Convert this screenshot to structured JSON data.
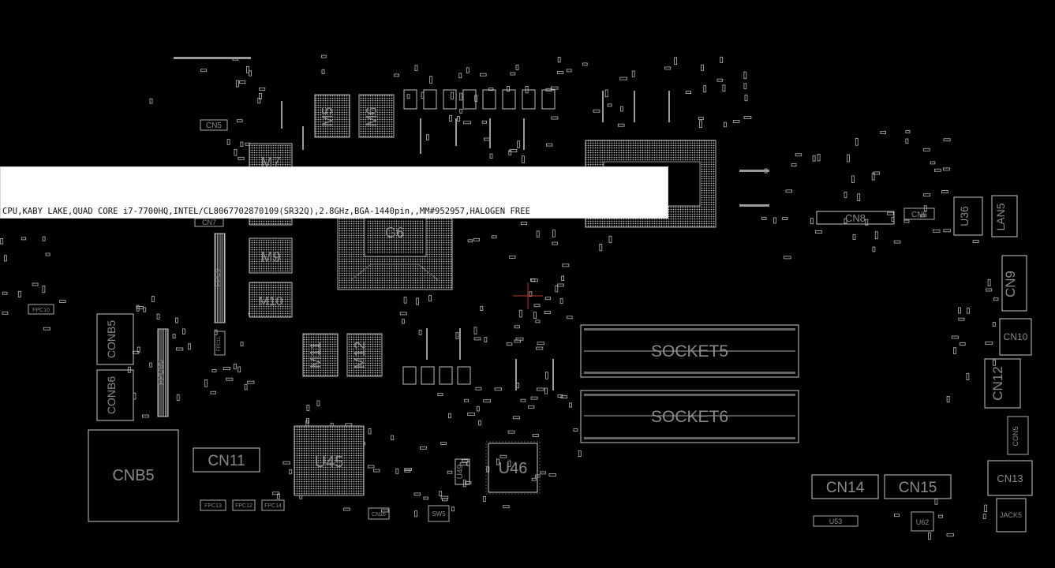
{
  "tooltip": {
    "text": "CPU,KABY LAKE,QUAD CORE i7-7700HQ,INTEL/CL8067702870109(SR32Q),2.8GHz,BGA-1440pin,,MM#952957,HALOGEN FREE"
  },
  "components": {
    "m5": "M5",
    "m6": "M6",
    "m7": "M7",
    "m9": "M9",
    "m10": "M10",
    "m11": "M11",
    "m12": "M12",
    "g6": "G6",
    "socket5": "SOCKET5",
    "socket6": "SOCKET6",
    "u45": "U45",
    "u46": "U46",
    "u49": "U49",
    "u36": "U36",
    "u53": "U53",
    "u62": "U62",
    "cnb5_big": "CNB5",
    "conb5": "CONB5",
    "conb6": "CONB6",
    "fpcb5": "FPCB5",
    "cn5": "CN5",
    "cn6": "CN6",
    "cn7": "CN7",
    "cn8": "CN8",
    "cn9": "CN9",
    "cn10": "CN10",
    "cn11": "CN11",
    "cn12": "CN12",
    "cn13": "CN13",
    "cn14": "CN14",
    "cn15": "CN15",
    "cn16": "CN16",
    "cn_side": "CON5",
    "lan5": "LAN5",
    "jack5": "JACK5",
    "sw5": "SW5",
    "fpc9": "FPC9",
    "fpc10": "FPC10",
    "fpc11": "FPC11",
    "fpc12": "FPC12",
    "fpc13": "FPC13",
    "fpc14": "FPC14"
  },
  "colors": {
    "background": "#000000",
    "outline": "#bdbdbd",
    "label": "#8a8a8a",
    "cursor": "#c0392b"
  }
}
